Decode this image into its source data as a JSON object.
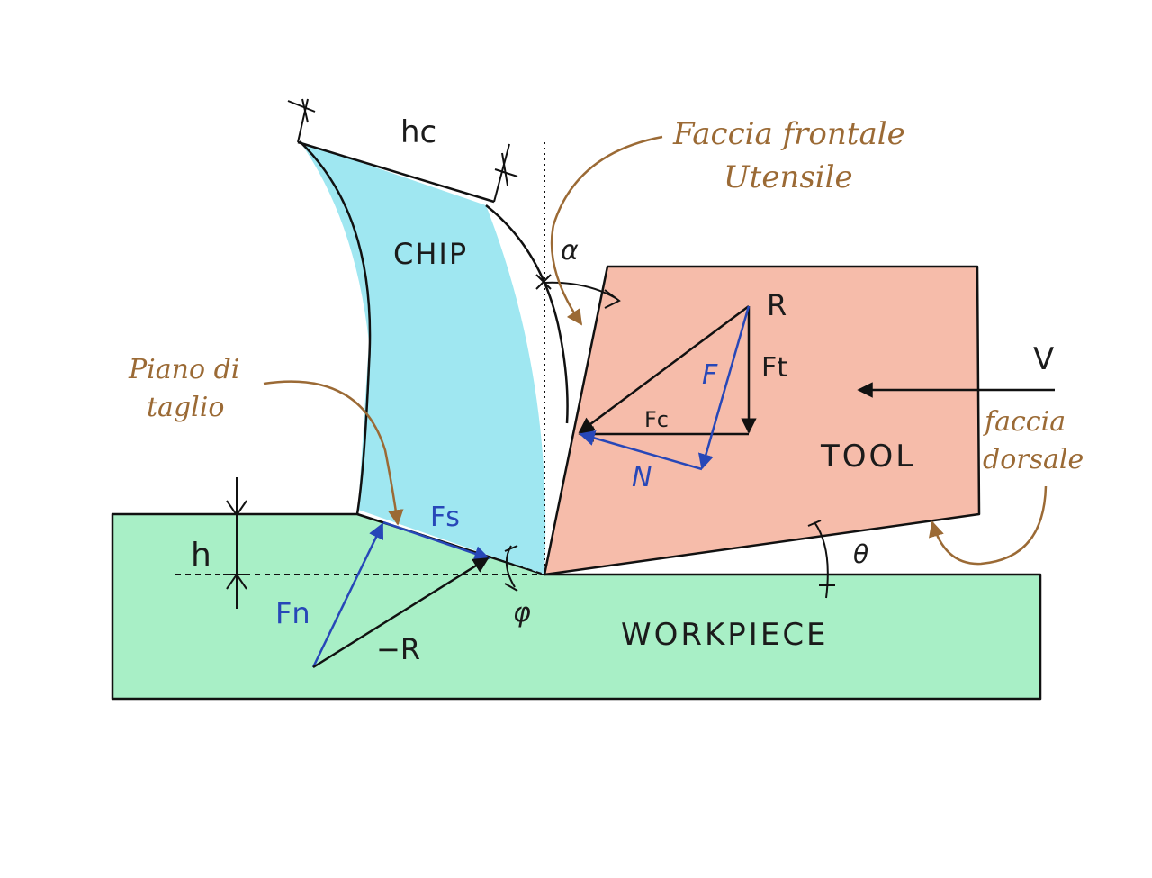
{
  "colors": {
    "workpiece": "#a8efc6",
    "chip": "#9fe7f1",
    "tool": "#f6bcaa",
    "force_blue": "#2747b8",
    "annotation_brown": "#9b6a35",
    "line": "#111111"
  },
  "regions": {
    "chip": "CHIP",
    "tool": "TOOL",
    "workpiece": "WORKPIECE"
  },
  "dimensions": {
    "chip_thickness": "hc",
    "depth_of_cut": "h"
  },
  "angles": {
    "rake": "α",
    "shear": "φ",
    "clearance": "θ"
  },
  "forces": {
    "resultant": "R",
    "resultant_reaction": "−R",
    "tangential": "Ft",
    "cutting": "Fc",
    "friction": "F",
    "normal": "N",
    "shear": "Fs",
    "shear_normal": "Fn",
    "velocity": "V"
  },
  "annotations": {
    "rake_face_line1": "Faccia frontale",
    "rake_face_line2": "Utensile",
    "shear_plane_line1": "Piano di",
    "shear_plane_line2": "taglio",
    "flank_face_line1": "faccia",
    "flank_face_line2": "dorsale"
  }
}
